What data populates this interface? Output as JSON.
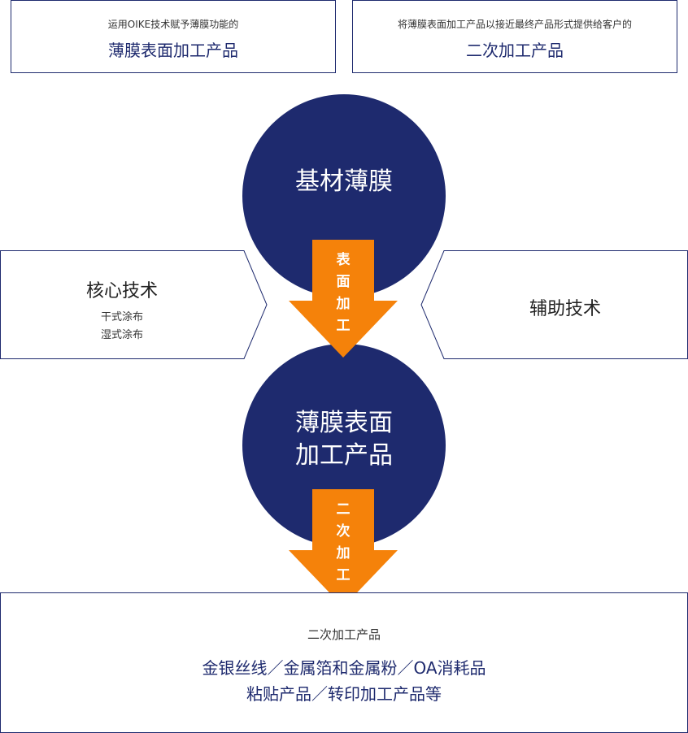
{
  "top_left": {
    "caption": "运用OIKE技术赋予薄膜功能的",
    "title": "薄膜表面加工产品"
  },
  "top_right": {
    "caption": "将薄膜表面加工产品以接近最终产品形式提供给客户的",
    "title": "二次加工产品"
  },
  "circle_top": {
    "label": "基材薄膜"
  },
  "circle_mid": {
    "line1": "薄膜表面",
    "line2": "加工产品"
  },
  "arrow_1": {
    "chars": [
      "表",
      "面",
      "加",
      "工"
    ]
  },
  "arrow_2": {
    "chars": [
      "二",
      "次",
      "加",
      "工"
    ]
  },
  "core": {
    "title": "核心技术",
    "items": [
      "干式涂布",
      "湿式涂布"
    ]
  },
  "aux": {
    "title": "辅助技术"
  },
  "bottom": {
    "caption": "二次加工产品",
    "line1": "金银丝线／金属箔和金属粉／OA消耗品",
    "line2": "粘贴产品／转印加工产品等"
  },
  "colors": {
    "navy": "#1e2a6e",
    "orange": "#f5820a"
  }
}
